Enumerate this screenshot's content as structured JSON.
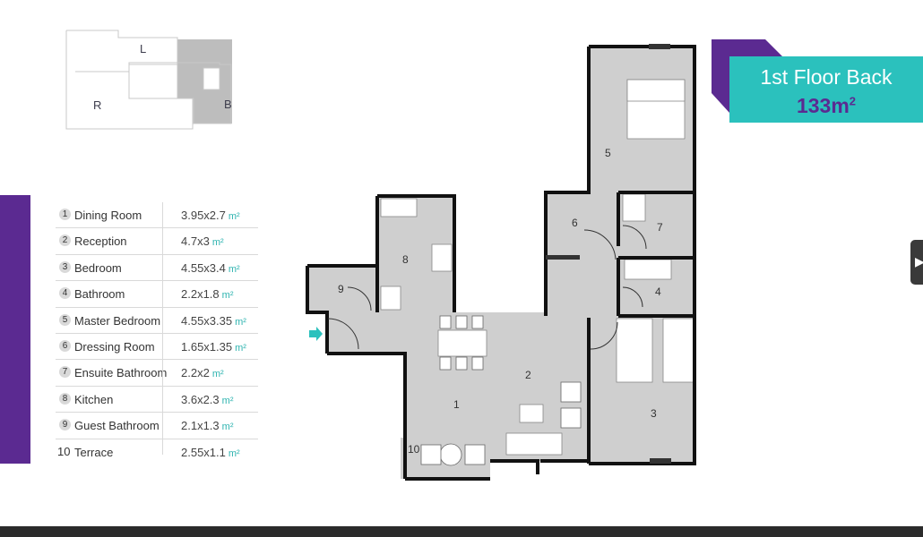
{
  "keyplan": {
    "labels": {
      "left": "L",
      "right": "R",
      "back": "B"
    }
  },
  "title": {
    "name": "1st Floor Back",
    "area": "133m",
    "area_sup": "2"
  },
  "rooms": [
    {
      "num": "1",
      "name": "Dining Room",
      "dim": "3.95x2.7",
      "unit": "m²"
    },
    {
      "num": "2",
      "name": "Reception",
      "dim": "4.7x3",
      "unit": "m²"
    },
    {
      "num": "3",
      "name": "Bedroom",
      "dim": "4.55x3.4",
      "unit": "m²"
    },
    {
      "num": "4",
      "name": "Bathroom",
      "dim": "2.2x1.8",
      "unit": "m²"
    },
    {
      "num": "5",
      "name": "Master Bedroom",
      "dim": "4.55x3.35",
      "unit": "m²"
    },
    {
      "num": "6",
      "name": "Dressing Room",
      "dim": "1.65x1.35",
      "unit": "m²"
    },
    {
      "num": "7",
      "name": "Ensuite Bathroom",
      "dim": "2.2x2",
      "unit": "m²"
    },
    {
      "num": "8",
      "name": "Kitchen",
      "dim": "3.6x2.3",
      "unit": "m²"
    },
    {
      "num": "9",
      "name": "Guest Bathroom",
      "dim": "2.1x1.3",
      "unit": "m²"
    },
    {
      "num": "10",
      "name": "Terrace",
      "dim": "2.55x1.1",
      "unit": "m²"
    }
  ],
  "plan_labels": [
    "1",
    "2",
    "3",
    "4",
    "5",
    "6",
    "7",
    "8",
    "9",
    "10"
  ],
  "colors": {
    "purple": "#5b2a91",
    "teal": "#2bc1bd",
    "floor": "#cfcfcf",
    "wall": "#111111"
  },
  "icons": {
    "entry": "entry-arrow-icon",
    "side_tab": "chevron-right-icon"
  }
}
